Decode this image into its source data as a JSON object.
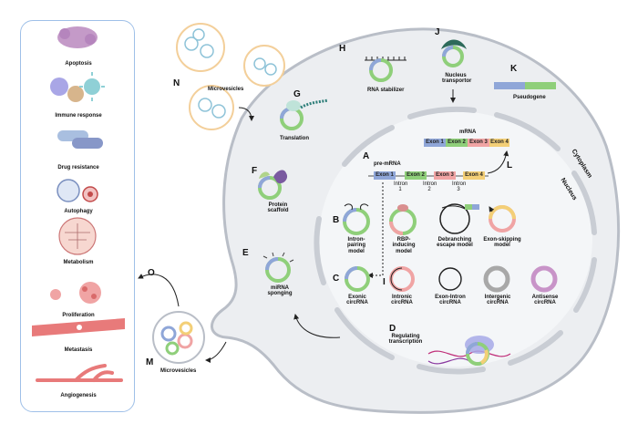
{
  "sidebar": {
    "items": [
      {
        "label": "Apoptosis"
      },
      {
        "label": "Immune response"
      },
      {
        "label": "Drug resistance"
      },
      {
        "label": "Autophagy"
      },
      {
        "label": "Metabolism"
      },
      {
        "label": "Proliferation"
      },
      {
        "label": "Metastasis"
      },
      {
        "label": "Angiogenesis"
      }
    ]
  },
  "letters": {
    "A": "A",
    "B": "B",
    "C": "C",
    "D": "D",
    "E": "E",
    "F": "F",
    "G": "G",
    "H": "H",
    "I": "I",
    "J": "J",
    "K": "K",
    "L": "L",
    "M": "M",
    "N": "N",
    "O": "O"
  },
  "labels": {
    "microvesicles_top": "Microvesicles",
    "microvesicles_bottom": "Microvesicles",
    "rna_stabilizer": "RNA stabilizer",
    "nucleus_transportor": "Nucleus transportor",
    "pseudogene": "Pseudogene",
    "translation": "Translation",
    "protein_scaffold": "Protein scaffold",
    "mirna_sponging": "miRNA sponging",
    "regulating_transcription": "Regulating transcription",
    "cytoplasm": "Cytoplasm",
    "nucleus": "Nucleus",
    "mrna": "mRNA",
    "pre_mrna": "pre-mRNA"
  },
  "mrna_exons": [
    "Exon 1",
    "Exon 2",
    "Exon 3",
    "Exon 4"
  ],
  "pre_mrna_exons": [
    "Exon 1",
    "Exon 2",
    "Exon 3",
    "Exon 4"
  ],
  "introns": [
    "Intron 1",
    "Intron 2",
    "Intron 3"
  ],
  "models": [
    {
      "label": "Intron-pairing model"
    },
    {
      "label": "RBP-inducing model"
    },
    {
      "label": "Debranching escape model"
    },
    {
      "label": "Exon-skipping model"
    }
  ],
  "circrna_types": [
    {
      "label": "Exonic circRNA"
    },
    {
      "label": "Intronic circRNA"
    },
    {
      "label": "Exon-Intron circRNA"
    },
    {
      "label": "Intergenic circRNA"
    },
    {
      "label": "Antisense circRNA"
    }
  ],
  "colors": {
    "exon1": "#8fa6d8",
    "exon2": "#8fcf7a",
    "exon3": "#f0a4a4",
    "exon4": "#f3cf77",
    "cell_fill": "#eceef1",
    "cell_stroke": "#b9bec7",
    "nucleus_fill": "#f4f6f8",
    "sidebar_border": "#9fc0e8",
    "intergenic": "#a8a8a8",
    "antisense": "#c894c8"
  }
}
